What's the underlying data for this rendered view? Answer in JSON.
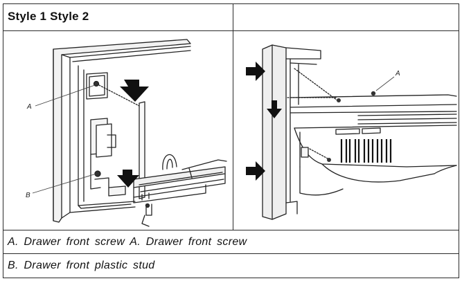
{
  "header": {
    "left_text": "Style 1 Style 2",
    "right_text": ""
  },
  "figure_left": {
    "callouts": [
      "A",
      "B"
    ]
  },
  "figure_right": {
    "callouts": [
      "A"
    ]
  },
  "captions": {
    "row_a": "A. Drawer front screw A. Drawer front screw",
    "row_b": "B. Drawer front plastic stud"
  },
  "colors": {
    "border": "#2a2a2a",
    "line_art": "#222222",
    "background": "#ffffff"
  }
}
